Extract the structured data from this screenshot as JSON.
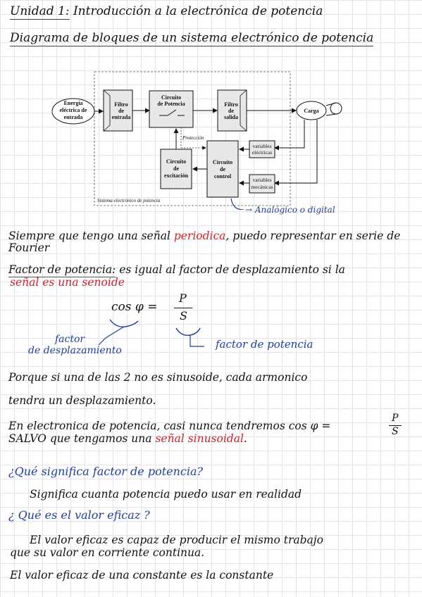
{
  "header": {
    "unit_label": "Unidad 1:",
    "unit_title": "Introducción a la electrónica de potencia",
    "subtitle": "Diagrama de bloques de un sistema electrónico de potencia"
  },
  "diagram": {
    "source": [
      "Energía",
      "eléctrica de",
      "entrada"
    ],
    "input_filter": [
      "Filtro",
      "de",
      "entrada"
    ],
    "power_circuit": [
      "Circuito",
      "de Potencia"
    ],
    "output_filter": [
      "Filtro",
      "de",
      "salida"
    ],
    "load": "Carga",
    "protection": "Protección",
    "excitation_circuit": [
      "Circuito",
      "de",
      "excitación"
    ],
    "control_circuit": [
      "Circuito",
      "de",
      "control"
    ],
    "electrical_variables": [
      "variables",
      "eléctricas"
    ],
    "mechanical_variables": [
      "variables",
      "mecánicas"
    ],
    "system_label": "Sistema electrónico de potencia",
    "annotation": "Analógico o digital"
  },
  "notes": {
    "l1_a": "Siempre que tengo una señal",
    "l1_red": "periodica",
    "l1_b": ", puedo representar en serie de",
    "l2": "Fourier",
    "fp_term": "Factor de potencia:",
    "fp_rest": "es igual al factor de desplazamiento si la",
    "fp_red": "señal es una senoide",
    "formula_lhs": "cos φ =",
    "formula_num": "P",
    "formula_den": "S",
    "label_factor": "factor",
    "label_desplaz": "de desplazamiento",
    "label_fp": "factor de potencia",
    "l3": "Porque si una de las 2 no es sinusoide, cada armonico",
    "l4": "tendra un desplazamiento.",
    "l5": "En electronica de potencia, casi nunca tendremos cos φ =",
    "l5_num": "P",
    "l5_den": "S",
    "l6": "SALVO que tengamos una",
    "l6_red": "señal sinusoidal",
    "l6_end": ".",
    "q1": "¿Qué significa factor de potencia?",
    "a1": "Significa cuanta potencia puedo usar en realidad",
    "q2": "¿ Qué es el valor eficaz ?",
    "a2_l1": "El valor eficaz es capaz de producir el mismo trabajo",
    "a2_l2": "que su valor en corriente continua.",
    "a3": "El valor eficaz de una constante es la constante"
  }
}
